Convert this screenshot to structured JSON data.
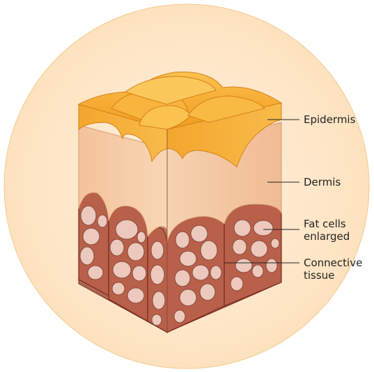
{
  "diagram": {
    "labels": {
      "epidermis": "Epidermis",
      "dermis": "Dermis",
      "fat_cells": [
        "Fat cells",
        "enlarged"
      ],
      "connective_tissue": [
        "Connective",
        "tissue"
      ]
    },
    "colors": {
      "background_circle": "#fde7c8",
      "epidermis": "#f4a32a",
      "dermis": "#f6c79c",
      "connective": "#9a3a2c",
      "fat_cell": "#e9c2b8"
    }
  }
}
